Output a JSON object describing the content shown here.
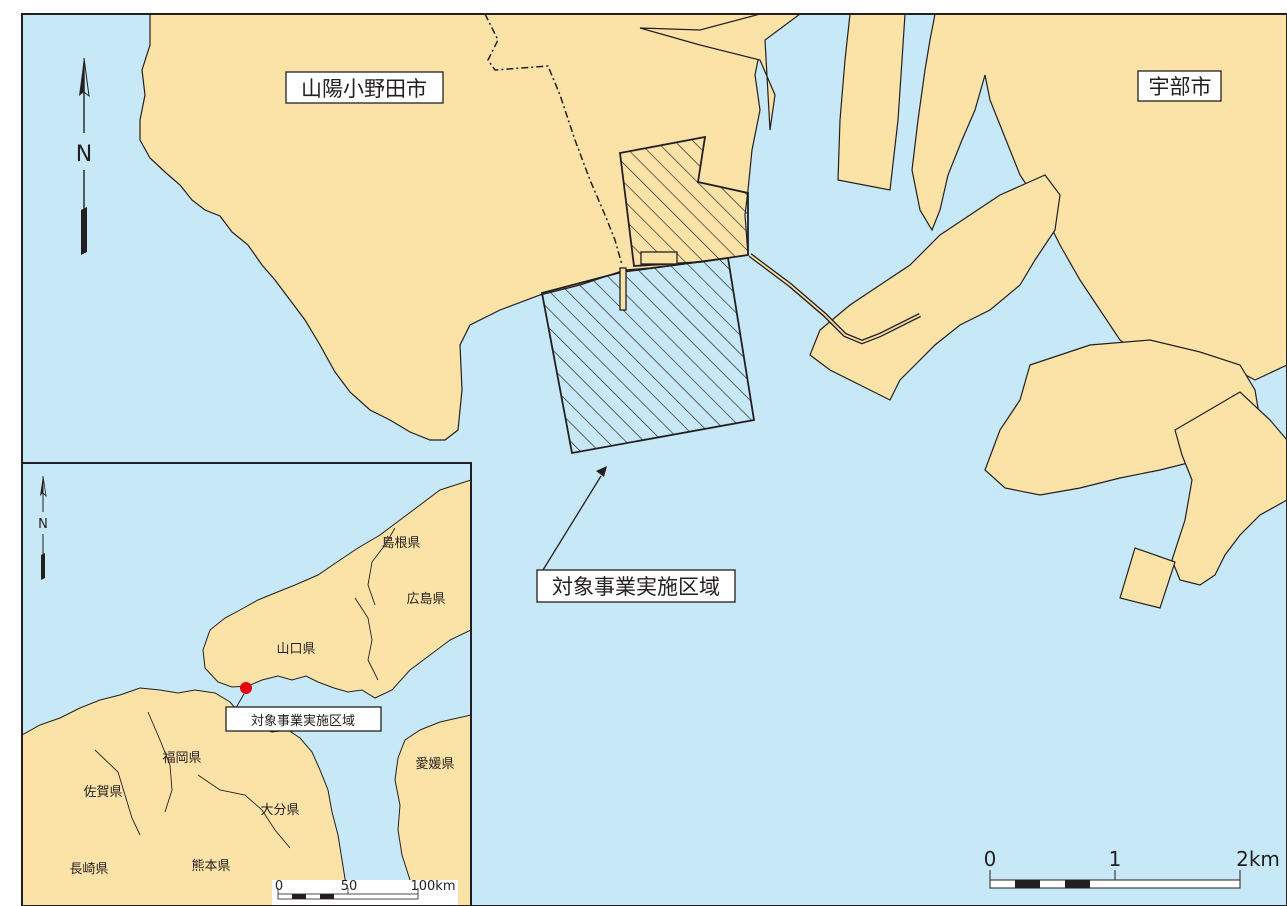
{
  "colors": {
    "land": "#fbe3a7",
    "sea": "#c7e8f6",
    "outline": "#231f20",
    "marker": "#e60012"
  },
  "main_map": {
    "labels": {
      "city_west": "山陽小野田市",
      "city_east": "宇部市",
      "project_area": "対象事業実施区域"
    },
    "north_symbol": "N",
    "scale_bar": {
      "ticks": [
        "0",
        "1",
        "2km"
      ]
    }
  },
  "inset_map": {
    "project_area": "対象事業実施区域",
    "north_symbol": "N",
    "prefectures": {
      "shimane": "島根県",
      "hiroshima": "広島県",
      "yamaguchi": "山口県",
      "fukuoka": "福岡県",
      "ehime": "愛媛県",
      "saga": "佐賀県",
      "oita": "大分県",
      "nagasaki": "長崎県",
      "kumamoto": "熊本県"
    },
    "scale_bar": {
      "ticks": [
        "0",
        "50",
        "100km"
      ]
    }
  }
}
